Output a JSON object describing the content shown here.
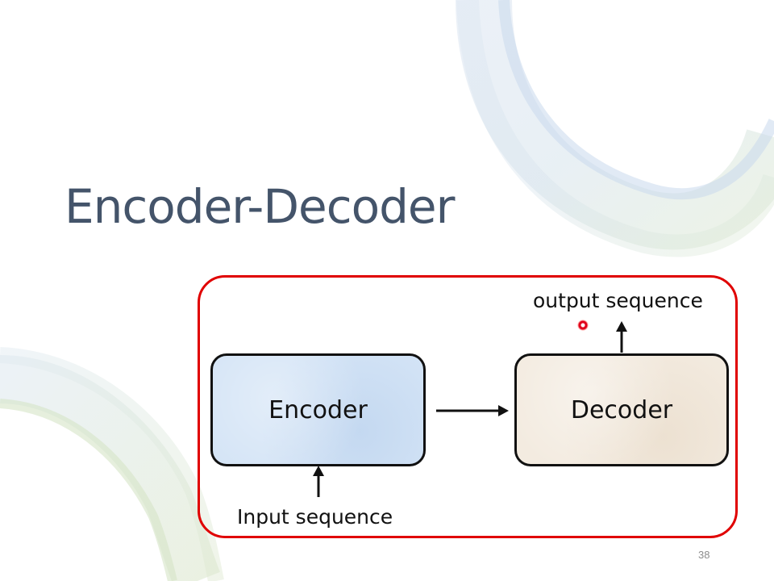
{
  "slide": {
    "title": "Encoder-Decoder",
    "page_number": "38"
  },
  "diagram": {
    "encoder_label": "Encoder",
    "decoder_label": "Decoder",
    "input_label": "Input sequence",
    "output_label": "output sequence"
  },
  "colors": {
    "title": "#44546a",
    "frame": "#e00000",
    "encoder_fill": "#d4e4f6",
    "decoder_fill": "#f3ebe0",
    "box_border": "#111111"
  }
}
